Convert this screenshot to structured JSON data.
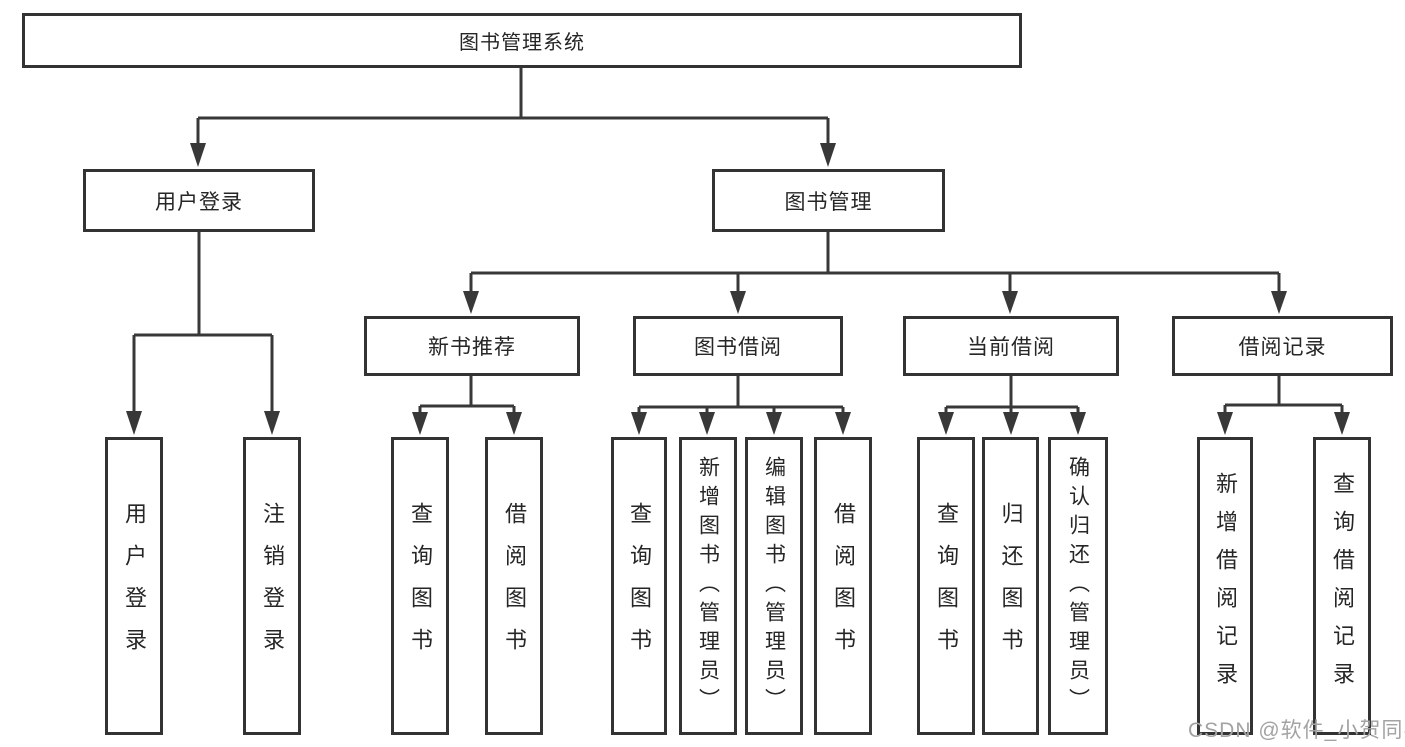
{
  "diagram": {
    "type": "tree",
    "title": "图书管理系统"
  },
  "colors": {
    "line": "#383838",
    "box_border": "#333333",
    "text": "#262626",
    "watermark": "#a3a3a3",
    "background": "#ffffff"
  },
  "nodes": {
    "root": {
      "label": "图书管理系统"
    },
    "user_login": {
      "label": "用户登录"
    },
    "book_mgmt": {
      "label": "图书管理"
    },
    "new_book_rec": {
      "label": "新书推荐"
    },
    "book_borrow": {
      "label": "图书借阅"
    },
    "current_borrow": {
      "label": "当前借阅"
    },
    "borrow_records": {
      "label": "借阅记录"
    },
    "leaf_user_login": {
      "label": "用户登录"
    },
    "leaf_logout": {
      "label": "注销登录"
    },
    "leaf_nb_query": {
      "label": "查询图书"
    },
    "leaf_nb_borrow": {
      "label": "借阅图书"
    },
    "leaf_bb_query": {
      "label": "查询图书"
    },
    "leaf_bb_add": {
      "label": "新增图书（管理员）"
    },
    "leaf_bb_edit": {
      "label": "编辑图书（管理员）"
    },
    "leaf_bb_borrow": {
      "label": "借阅图书"
    },
    "leaf_cb_query": {
      "label": "查询图书"
    },
    "leaf_cb_return": {
      "label": "归还图书"
    },
    "leaf_cb_confirm": {
      "label": "确认归还（管理员）"
    },
    "leaf_br_add": {
      "label": "新增借阅记录"
    },
    "leaf_br_query": {
      "label": "查询借阅记录"
    }
  },
  "edges": [
    [
      "root",
      "user_login"
    ],
    [
      "root",
      "book_mgmt"
    ],
    [
      "user_login",
      "leaf_user_login"
    ],
    [
      "user_login",
      "leaf_logout"
    ],
    [
      "book_mgmt",
      "new_book_rec"
    ],
    [
      "book_mgmt",
      "book_borrow"
    ],
    [
      "book_mgmt",
      "current_borrow"
    ],
    [
      "book_mgmt",
      "borrow_records"
    ],
    [
      "new_book_rec",
      "leaf_nb_query"
    ],
    [
      "new_book_rec",
      "leaf_nb_borrow"
    ],
    [
      "book_borrow",
      "leaf_bb_query"
    ],
    [
      "book_borrow",
      "leaf_bb_add"
    ],
    [
      "book_borrow",
      "leaf_bb_edit"
    ],
    [
      "book_borrow",
      "leaf_bb_borrow"
    ],
    [
      "current_borrow",
      "leaf_cb_query"
    ],
    [
      "current_borrow",
      "leaf_cb_return"
    ],
    [
      "current_borrow",
      "leaf_cb_confirm"
    ],
    [
      "borrow_records",
      "leaf_br_add"
    ],
    [
      "borrow_records",
      "leaf_br_query"
    ]
  ],
  "watermark": {
    "text": "CSDN @软件_小贺同学"
  }
}
